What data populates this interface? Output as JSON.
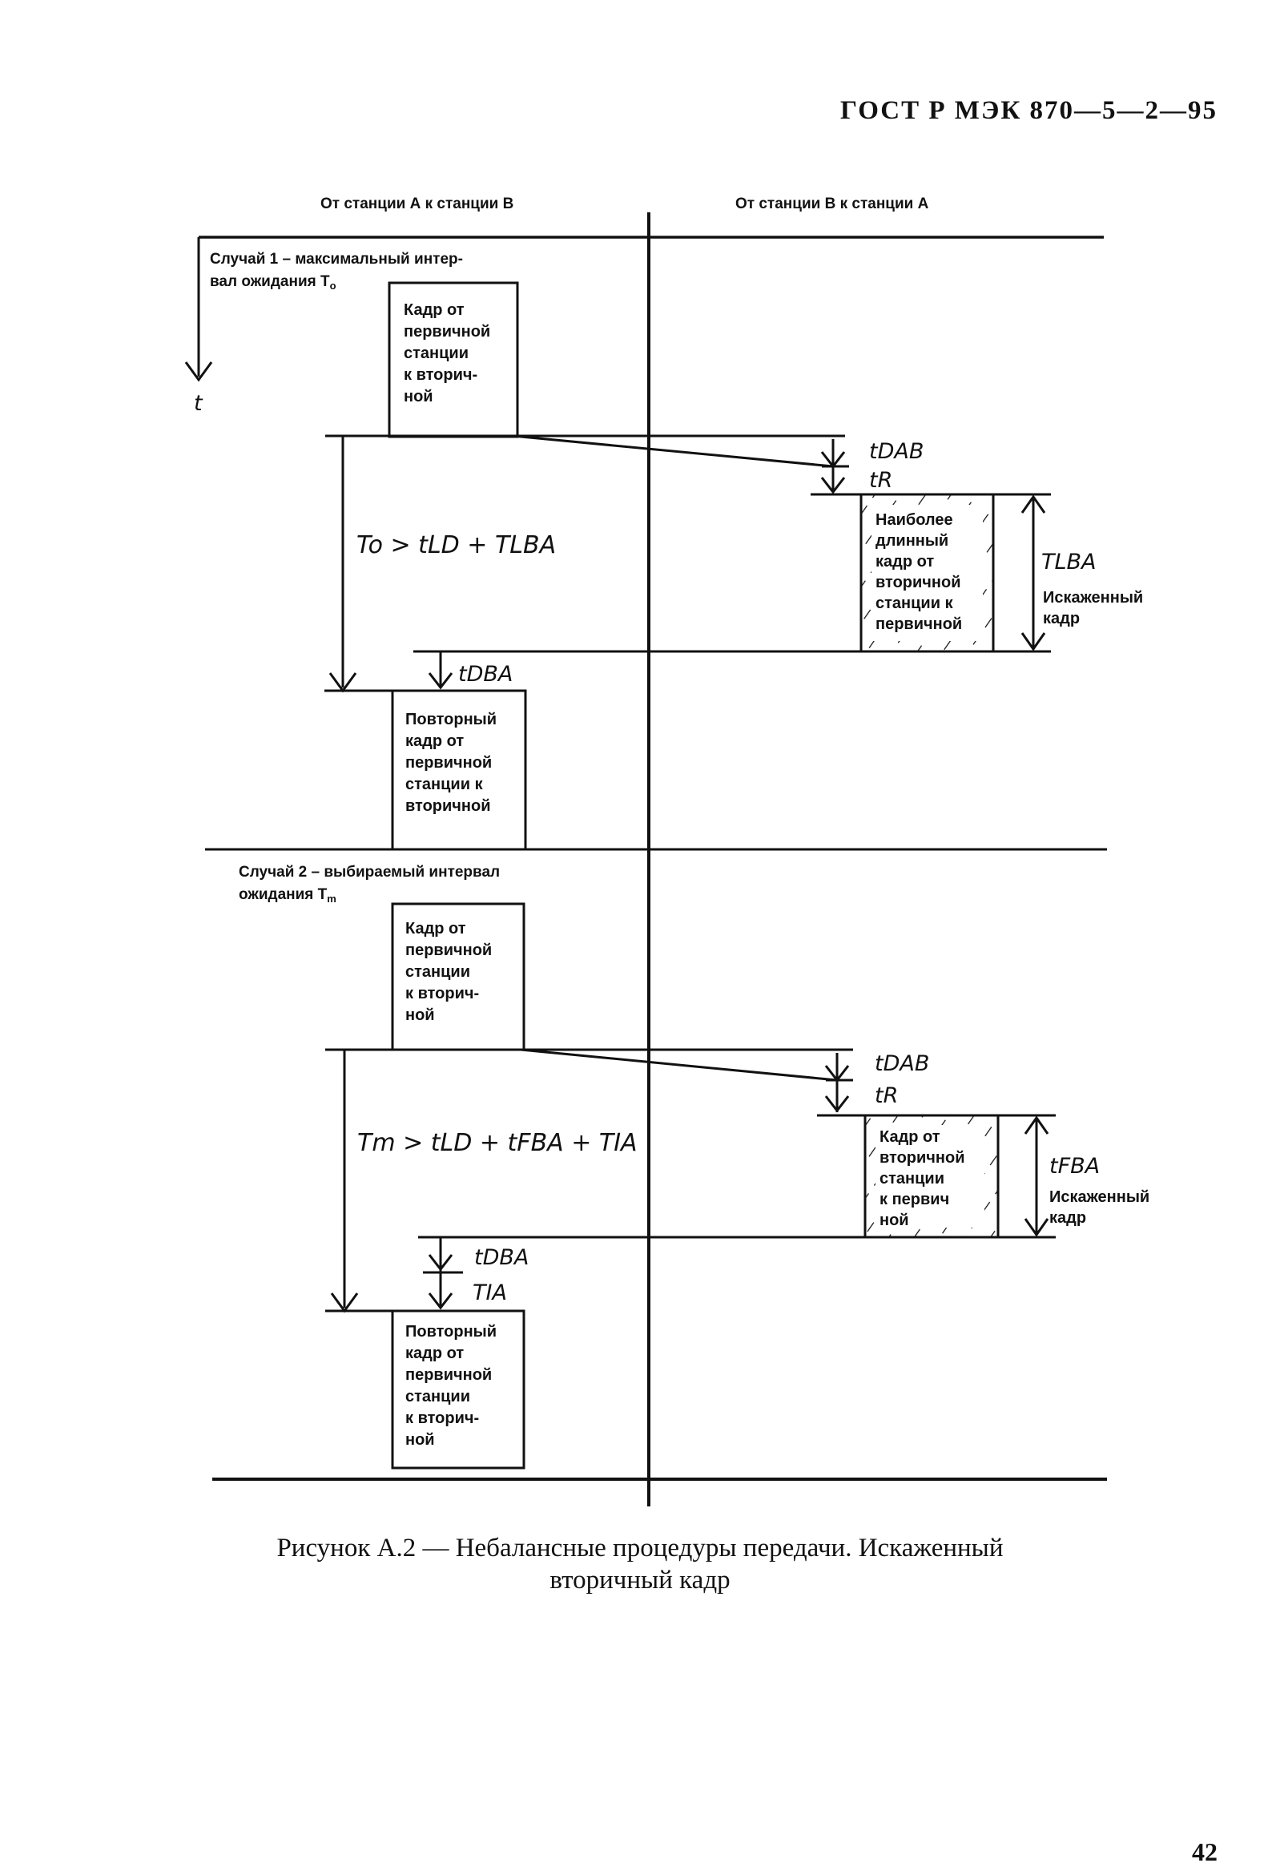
{
  "header": {
    "doc_code": "ГОСТ Р МЭК 870—5—2—95"
  },
  "columns": {
    "left": "От станции А к станции В",
    "right": "От станции В к станции А"
  },
  "time_axis": {
    "label": "t"
  },
  "case1": {
    "title_line1": "Случай 1 – максимальный интер-",
    "title_line2": "вал ожидания Т",
    "title_sub": "o",
    "primary_frame": [
      "Кадр от",
      "первичной",
      "станции",
      "к вторич-",
      "ной"
    ],
    "formula": "To > tLD + TLBA",
    "t_dab": "tDAB",
    "t_r": "tR",
    "secondary_frame": [
      "Наиболее",
      "длинный",
      "кадр от",
      "вторичной",
      "станции к",
      "первичной"
    ],
    "t_lba": "TLBA",
    "distorted": [
      "Искаженный",
      "кадр"
    ],
    "t_dba": "tDBA",
    "repeat_frame": [
      "Повторный",
      "кадр от",
      "первичной",
      "станции к",
      "вторичной"
    ]
  },
  "case2": {
    "title_line1": "Случай 2 – выбираемый интервал",
    "title_line2": "ожидания Т",
    "title_sub": "m",
    "primary_frame": [
      "Кадр от",
      "первичной",
      "станции",
      "к вторич-",
      "ной"
    ],
    "formula": "Tm > tLD + tFBA + TIA",
    "t_dab": "tDAB",
    "t_r": "tR",
    "secondary_frame": [
      "Кадр от",
      "вторичной",
      "станции",
      "к первич",
      "ной"
    ],
    "t_fba": "tFBA",
    "distorted": [
      "Искаженный",
      "кадр"
    ],
    "t_dba": "tDBA",
    "t_ia": "TIA",
    "repeat_frame": [
      "Повторный",
      "кадр от",
      "первичной",
      "станции",
      "к вторич-",
      "ной"
    ]
  },
  "caption": {
    "line1": "Рисунок А.2 — Небалансные процедуры передачи. Искаженный",
    "line2": "вторичный кадр"
  },
  "page_number": "42"
}
